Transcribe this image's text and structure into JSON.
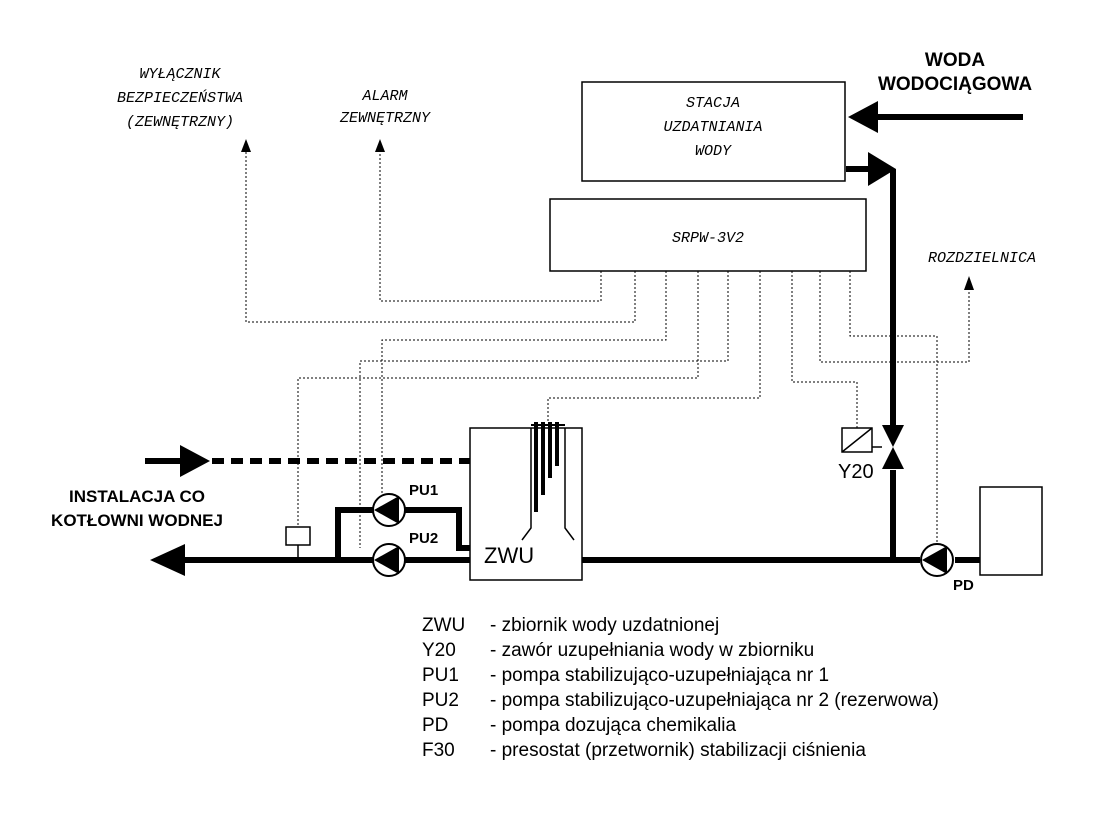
{
  "labels": {
    "safety_switch": [
      "WYŁĄCZNIK",
      "BEZPIECZEŃSTWA",
      "(ZEWNĘTRZNY)"
    ],
    "external_alarm": [
      "ALARM",
      "ZEWNĘTRZNY"
    ],
    "station": [
      "STACJA",
      "UZDATNIANIA",
      "WODY"
    ],
    "mains_water": [
      "WODA",
      "WODOCIĄGOWA"
    ],
    "controller": "SRPW-3V2",
    "switchboard": "ROZDZIELNICA",
    "installation": [
      "INSTALACJA CO",
      "KOTŁOWNI WODNEJ"
    ],
    "pu1": "PU1",
    "pu2": "PU2",
    "zwu": "ZWU",
    "y20": "Y20",
    "pd": "PD"
  },
  "legend": [
    {
      "code": "ZWU",
      "desc": "- zbiornik wody uzdatnionej"
    },
    {
      "code": "Y20",
      "desc": " - zawór uzupełniania wody w zbiorniku"
    },
    {
      "code": "PU1",
      "desc": "- pompa stabilizująco-uzupełniająca nr 1"
    },
    {
      "code": "PU2",
      "desc": "- pompa stabilizująco-uzupełniająca nr 2 (rezerwowa)"
    },
    {
      "code": "PD",
      "desc": "- pompa dozująca chemikalia"
    },
    {
      "code": "F30",
      "desc": "- presostat (przetwornik) stabilizacji ciśnienia"
    }
  ]
}
